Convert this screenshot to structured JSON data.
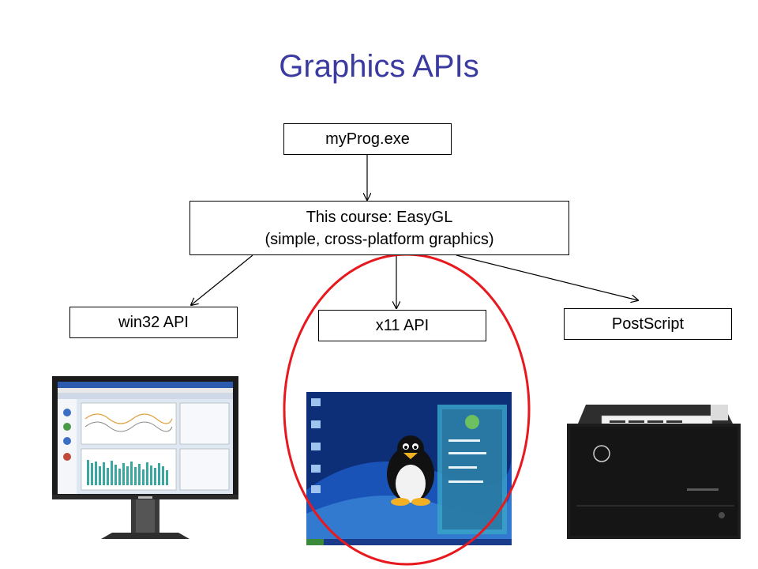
{
  "title": "Graphics APIs",
  "nodes": {
    "myprog": "myProg.exe",
    "easygl_line1": "This course: EasyGL",
    "easygl_line2": "(simple, cross-platform graphics)",
    "win32": "win32 API",
    "x11": "x11 API",
    "postscript": "PostScript"
  },
  "images": {
    "monitor": "windows-monitor",
    "linux": "linux-desktop",
    "printer": "laser-printer"
  },
  "colors": {
    "title": "#3a3aa0",
    "highlight_ellipse": "#e8191e"
  }
}
